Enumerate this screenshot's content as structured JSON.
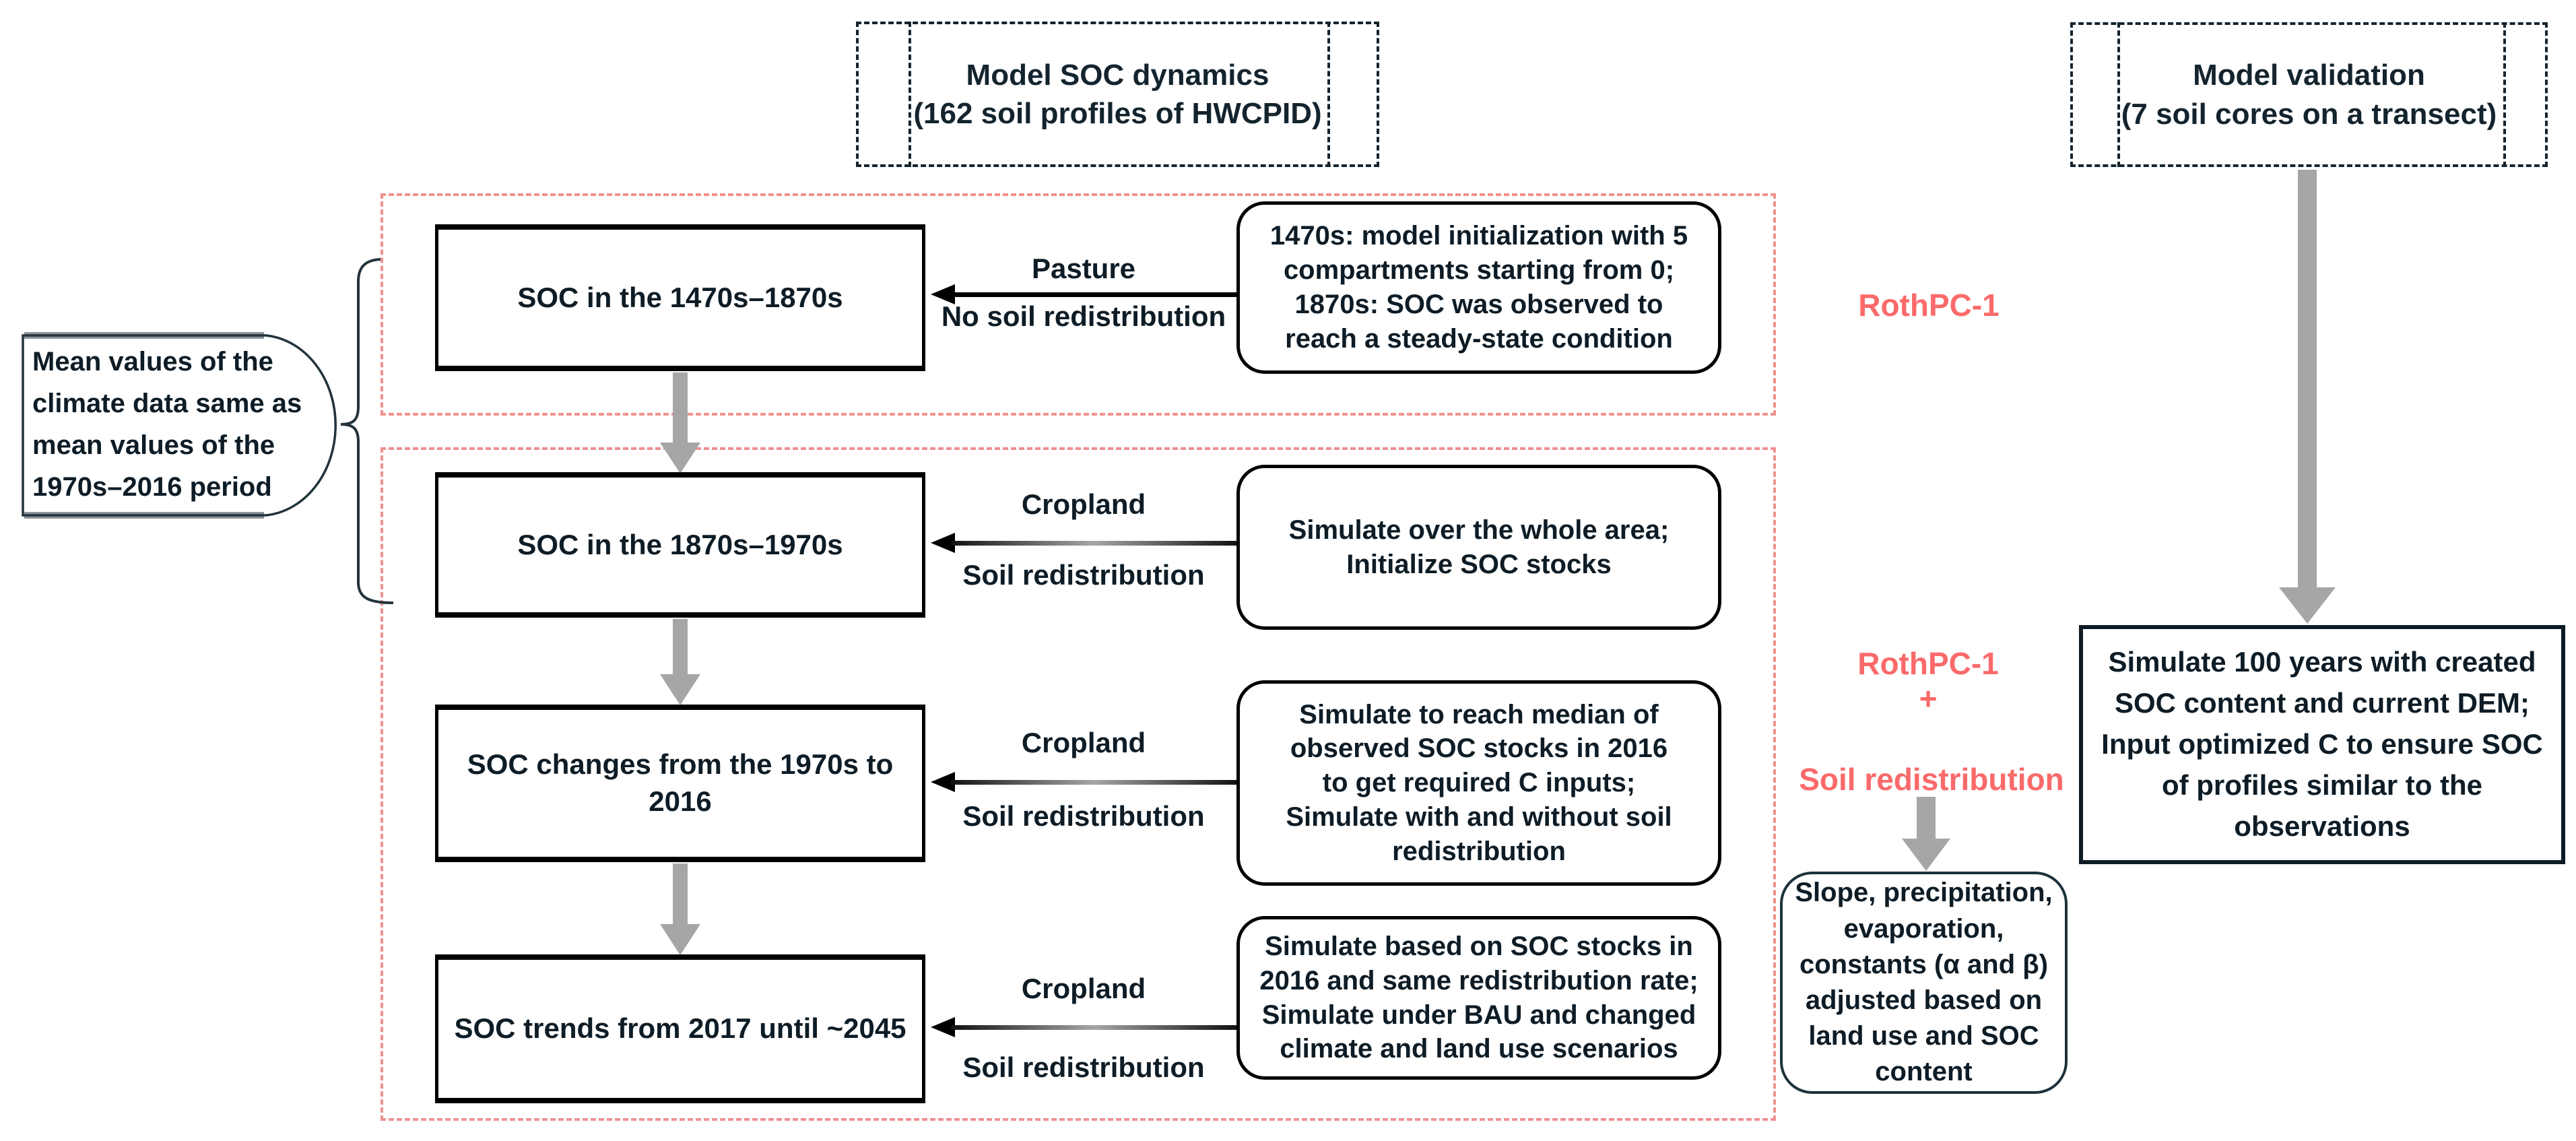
{
  "figure": {
    "banners": {
      "soc_dynamics": {
        "line1": "Model SOC dynamics",
        "line2": "(162 soil profiles of HWCPID)"
      },
      "validation": {
        "line1": "Model validation",
        "line2": "(7 soil cores on a transect)"
      }
    },
    "climate_note": {
      "line1": "Mean values of the",
      "line2": "climate data same as",
      "line3": "mean values of the",
      "line4": "1970s–2016 period"
    },
    "rows": [
      {
        "box": [
          "SOC  in the 1470s–1870s"
        ],
        "above": "Pasture",
        "below": "No soil redistribution",
        "note": [
          "1470s: model initialization with 5",
          "compartments starting from 0;",
          "1870s: SOC was observed to",
          "reach a steady-state condition"
        ]
      },
      {
        "box": [
          "SOC in the 1870s–1970s"
        ],
        "above": "Cropland",
        "below": "Soil redistribution",
        "note": [
          "Simulate over the whole area;",
          "Initialize SOC stocks"
        ]
      },
      {
        "box": [
          "SOC changes from the 1970s to",
          "2016"
        ],
        "above": "Cropland",
        "below": "Soil redistribution",
        "note": [
          "Simulate to reach median of",
          "observed SOC stocks in 2016",
          "to get required C inputs;",
          "Simulate with and without soil",
          "redistribution"
        ]
      },
      {
        "box": [
          "SOC trends from 2017 until ~2045"
        ],
        "above": "Cropland",
        "below": "Soil redistribution",
        "note": [
          "Simulate based on SOC stocks in",
          "2016 and same redistribution rate;",
          "Simulate under BAU and changed",
          "climate and land use scenarios"
        ]
      }
    ],
    "model_labels": {
      "rothpc1_top": "RothPC-1",
      "rothpc1_bottom": "RothPC-1",
      "plus": "+",
      "soil_redistribution": "Soil redistribution"
    },
    "slope_note": [
      "Slope, precipitation,",
      "evaporation,",
      "constants (α and β)",
      "adjusted based on",
      "land use and SOC",
      "content"
    ],
    "validation_sim": [
      "Simulate 100 years with created",
      "SOC content and current DEM;",
      "Input optimized C to ensure SOC",
      "of profiles similar to the",
      "observations"
    ],
    "colors": {
      "ink": "#0e1c26",
      "red_dashed_frame": "#f19090",
      "red_text": "#fa6a6a",
      "gray_arrow": "#a6a6a6",
      "box_border": "#000000"
    }
  }
}
